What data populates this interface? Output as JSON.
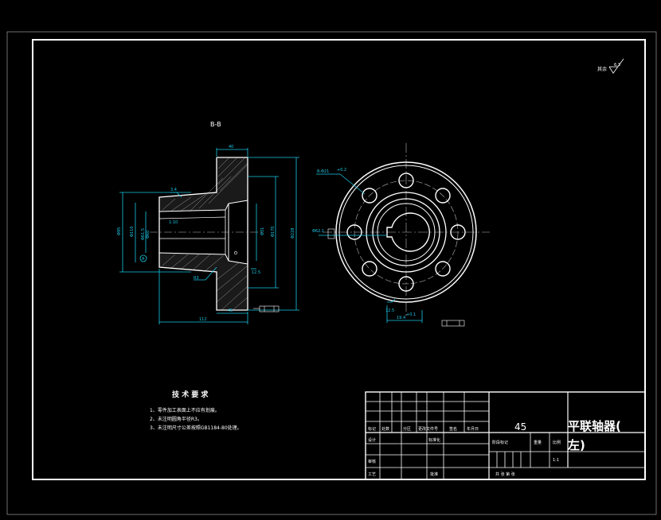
{
  "section": {
    "label": "B-B"
  },
  "tech_req": {
    "title": "技 术 要 求",
    "items": [
      "1、零件加工表面上不应有划痕。",
      "2、未注明圆角半径R3。",
      "3、未注明尺寸公差按照GB1184-80处理。"
    ]
  },
  "roughness_note": "其余",
  "material": "45",
  "part_name_line1": "平联轴器(",
  "part_name_line2": "左)",
  "title_block": {
    "design": "设计",
    "review": "审核",
    "process": "工艺",
    "standardize": "标准化",
    "approve": "批准",
    "mark": "标记",
    "count": "处数",
    "zone": "分区",
    "change_doc": "更改文件号",
    "signature": "签名",
    "date": "年月日",
    "stage_mark": "阶段标记",
    "weight": "重量",
    "scale": "比例",
    "scale_value": "1:1",
    "sheets": "共 张 第 张"
  },
  "colors": {
    "background": "#000000",
    "lines": "#ffffff",
    "dimensions": "#19c8e6"
  }
}
